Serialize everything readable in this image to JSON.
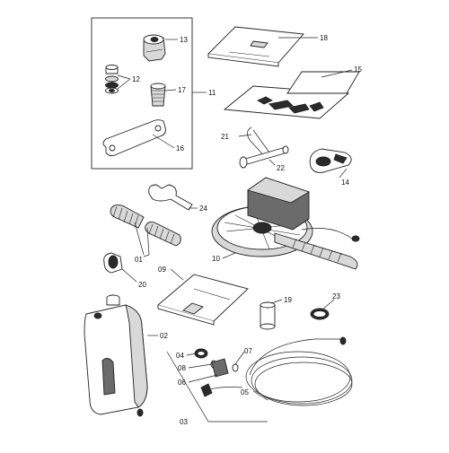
{
  "callouts": {
    "c01": "01",
    "c02": "02",
    "c03": "03",
    "c04": "04",
    "c05": "05",
    "c06": "06",
    "c07": "07",
    "c08": "08",
    "c09": "09",
    "c10": "10",
    "c11": "11",
    "c12": "12",
    "c13": "13",
    "c14": "14",
    "c15": "15",
    "c16": "16",
    "c17": "17",
    "c18": "18",
    "c19": "19",
    "c20": "20",
    "c21": "21",
    "c22": "22",
    "c23": "23",
    "c24": "24"
  }
}
